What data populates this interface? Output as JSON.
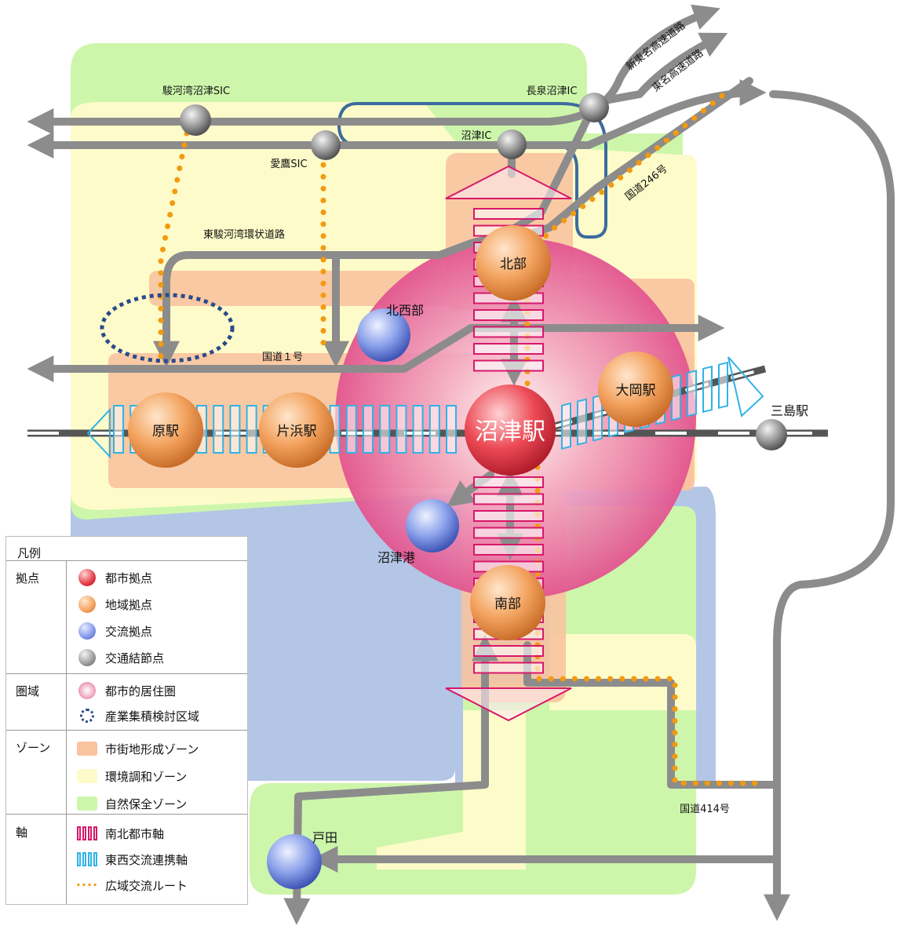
{
  "labels": {
    "surugawan_numazu_sic": "駿河湾沼津SIC",
    "nagaizumi_numazu_ic": "長泉沼津IC",
    "numazu_ic": "沼津IC",
    "ashitaka_sic": "愛鷹SIC",
    "shin_tomei": "新東名高速道路",
    "tomei": "東名高速道路",
    "route246": "国道246号",
    "higashi_suruga_ring": "東駿河湾環状道路",
    "route1": "国道１号",
    "route414": "国道414号",
    "hokusei": "北西部",
    "mishima": "三島駅",
    "numazu_port": "沼津港",
    "heda": "戸田"
  },
  "nodes": {
    "hokubu": "北部",
    "numazu_eki": "沼津駅",
    "hara_eki": "原駅",
    "katahama_eki": "片浜駅",
    "ooka_eki": "大岡駅",
    "nanbu": "南部"
  },
  "legend": {
    "title": "凡例",
    "categories": {
      "kyoten": "拠点",
      "kenki": "圏域",
      "zone": "ゾーン",
      "jiku": "軸"
    },
    "items": {
      "toshi_kyoten": "都市拠点",
      "chiiki_kyoten": "地域拠点",
      "koryu_kyoten": "交流拠点",
      "kotsu_kessetsu": "交通結節点",
      "toshi_kyoju": "都市的居住圏",
      "sangyo": "産業集積検討区域",
      "shigaichi": "市街地形成ゾーン",
      "kankyo": "環境調和ゾーン",
      "shizen": "自然保全ゾーン",
      "nanboku": "南北都市軸",
      "tozai": "東西交流連携軸",
      "koiki": "広域交流ルート"
    }
  },
  "colors": {
    "nature_zone": "#cdf6ab",
    "harmony_zone": "#fdfbc9",
    "urban_zone": "#f8c39e",
    "sea": "#b3c6e6",
    "road": "#8c8c8c",
    "expressway_outline": "#3d6b9e",
    "wide_route": "#f39a10",
    "north_south_axis": "#d6186a",
    "east_west_axis": "#30b3e6"
  }
}
